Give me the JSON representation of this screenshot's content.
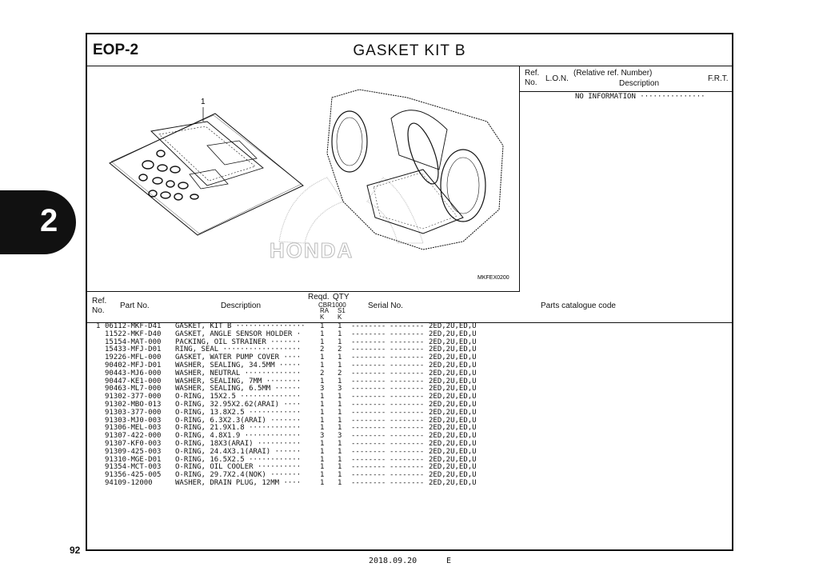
{
  "side_tab": "2",
  "page_number": "92",
  "header": {
    "code": "EOP-2",
    "title": "GASKET KIT B"
  },
  "illustration": {
    "callout": "1",
    "watermark": "HONDA",
    "figure_code": "MKFEX0200"
  },
  "ref_panel": {
    "ref_no": "Ref.\nNo.",
    "lon": "L.O.N.",
    "relative": "(Relative ref. Number)",
    "description": "Description",
    "frt": "F.R.T.",
    "no_info": "NO INFORMATION ···············"
  },
  "table": {
    "headers": {
      "ref": "Ref.\nNo.",
      "part_no": "Part No.",
      "description": "Description",
      "reqd": "Reqd.",
      "qty": "QTY",
      "model": "CBR1000",
      "col1": "RA\nK",
      "col2": "S1\nK",
      "serial": "Serial No.",
      "catalogue": "Parts catalogue code"
    },
    "rows": [
      {
        "ref": "1",
        "part": "06112-MKF-D41",
        "desc": "GASKET, KIT B ················",
        "q1": "1",
        "q2": "1",
        "s1": "--------",
        "s2": "--------",
        "code": "2ED,2U,ED,U"
      },
      {
        "ref": "",
        "part": "11522-MKF-D40",
        "desc": "GASKET, ANGLE SENSOR HOLDER ·",
        "q1": "1",
        "q2": "1",
        "s1": "--------",
        "s2": "--------",
        "code": "2ED,2U,ED,U"
      },
      {
        "ref": "",
        "part": "15154-MAT-000",
        "desc": "PACKING, OIL STRAINER ·······",
        "q1": "1",
        "q2": "1",
        "s1": "--------",
        "s2": "--------",
        "code": "2ED,2U,ED,U"
      },
      {
        "ref": "",
        "part": "15433-MFJ-D01",
        "desc": "RING, SEAL ··················",
        "q1": "2",
        "q2": "2",
        "s1": "--------",
        "s2": "--------",
        "code": "2ED,2U,ED,U"
      },
      {
        "ref": "",
        "part": "19226-MFL-000",
        "desc": "GASKET, WATER PUMP COVER ····",
        "q1": "1",
        "q2": "1",
        "s1": "--------",
        "s2": "--------",
        "code": "2ED,2U,ED,U"
      },
      {
        "ref": "",
        "part": "90402-MFJ-D01",
        "desc": "WASHER, SEALING, 34.5MM ·····",
        "q1": "1",
        "q2": "1",
        "s1": "--------",
        "s2": "--------",
        "code": "2ED,2U,ED,U"
      },
      {
        "ref": "",
        "part": "90443-MJ6-000",
        "desc": "WASHER, NEUTRAL ·············",
        "q1": "2",
        "q2": "2",
        "s1": "--------",
        "s2": "--------",
        "code": "2ED,2U,ED,U"
      },
      {
        "ref": "",
        "part": "90447-KE1-000",
        "desc": "WASHER, SEALING, 7MM ········",
        "q1": "1",
        "q2": "1",
        "s1": "--------",
        "s2": "--------",
        "code": "2ED,2U,ED,U"
      },
      {
        "ref": "",
        "part": "90463-ML7-000",
        "desc": "WASHER, SEALING, 6.5MM ······",
        "q1": "3",
        "q2": "3",
        "s1": "--------",
        "s2": "--------",
        "code": "2ED,2U,ED,U"
      },
      {
        "ref": "",
        "part": "91302-377-000",
        "desc": "O-RING, 15X2.5 ··············",
        "q1": "1",
        "q2": "1",
        "s1": "--------",
        "s2": "--------",
        "code": "2ED,2U,ED,U"
      },
      {
        "ref": "",
        "part": "91302-MBO-013",
        "desc": "O-RING, 32.95X2.62(ARAI) ····",
        "q1": "1",
        "q2": "1",
        "s1": "--------",
        "s2": "--------",
        "code": "2ED,2U,ED,U"
      },
      {
        "ref": "",
        "part": "91303-377-000",
        "desc": "O-RING, 13.8X2.5 ············",
        "q1": "1",
        "q2": "1",
        "s1": "--------",
        "s2": "--------",
        "code": "2ED,2U,ED,U"
      },
      {
        "ref": "",
        "part": "91303-MJ0-003",
        "desc": "O-RING, 6.3X2.3(ARAI) ·······",
        "q1": "1",
        "q2": "1",
        "s1": "--------",
        "s2": "--------",
        "code": "2ED,2U,ED,U"
      },
      {
        "ref": "",
        "part": "91306-MEL-003",
        "desc": "O-RING, 21.9X1.8 ············",
        "q1": "1",
        "q2": "1",
        "s1": "--------",
        "s2": "--------",
        "code": "2ED,2U,ED,U"
      },
      {
        "ref": "",
        "part": "91307-422-000",
        "desc": "O-RING, 4.8X1.9 ·············",
        "q1": "3",
        "q2": "3",
        "s1": "--------",
        "s2": "--------",
        "code": "2ED,2U,ED,U"
      },
      {
        "ref": "",
        "part": "91307-KF0-003",
        "desc": "O-RING, 18X3(ARAI) ··········",
        "q1": "1",
        "q2": "1",
        "s1": "--------",
        "s2": "--------",
        "code": "2ED,2U,ED,U"
      },
      {
        "ref": "",
        "part": "91309-425-003",
        "desc": "O-RING, 24.4X3.1(ARAI) ······",
        "q1": "1",
        "q2": "1",
        "s1": "--------",
        "s2": "--------",
        "code": "2ED,2U,ED,U"
      },
      {
        "ref": "",
        "part": "91310-MGE-D01",
        "desc": "O-RING, 16.5X2.5 ············",
        "q1": "1",
        "q2": "1",
        "s1": "--------",
        "s2": "--------",
        "code": "2ED,2U,ED,U"
      },
      {
        "ref": "",
        "part": "91354-MCT-003",
        "desc": "O-RING, OIL COOLER ··········",
        "q1": "1",
        "q2": "1",
        "s1": "--------",
        "s2": "--------",
        "code": "2ED,2U,ED,U"
      },
      {
        "ref": "",
        "part": "91356-425-005",
        "desc": "O-RING, 29.7X2.4(NOK) ·······",
        "q1": "1",
        "q2": "1",
        "s1": "--------",
        "s2": "--------",
        "code": "2ED,2U,ED,U"
      },
      {
        "ref": "",
        "part": "94109-12000",
        "desc": "WASHER, DRAIN PLUG, 12MM ····",
        "q1": "1",
        "q2": "1",
        "s1": "--------",
        "s2": "--------",
        "code": "2ED,2U,ED,U"
      }
    ]
  },
  "footer": {
    "date": "2018.09.20",
    "edition": "E"
  }
}
